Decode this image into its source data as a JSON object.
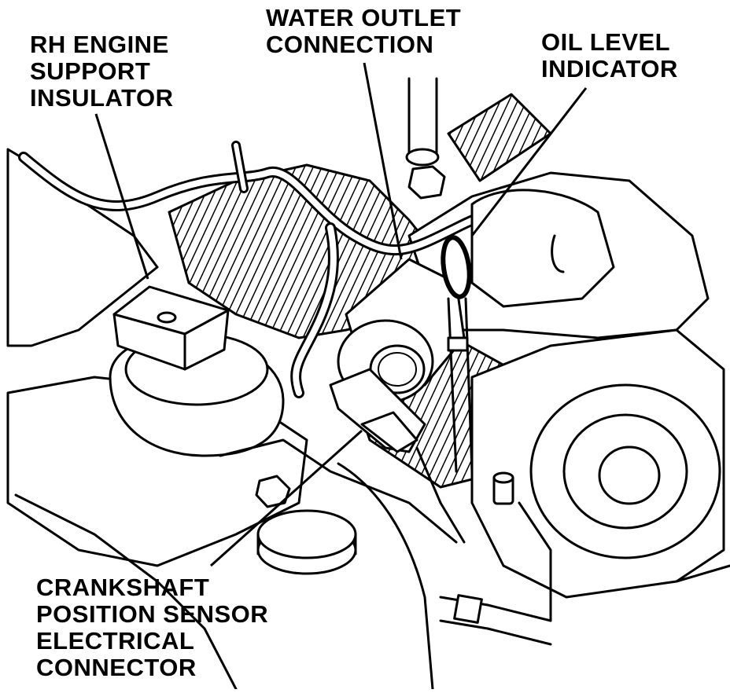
{
  "labels": {
    "rh_engine_support_insulator": [
      "RH ENGINE",
      "SUPPORT",
      "INSULATOR"
    ],
    "water_outlet_connection": [
      "WATER OUTLET",
      "CONNECTION"
    ],
    "oil_level_indicator": [
      "OIL LEVEL",
      "INDICATOR"
    ],
    "crankshaft_position_sensor_connector": [
      "CRANKSHAFT",
      "POSITION SENSOR",
      "ELECTRICAL",
      "CONNECTOR"
    ]
  }
}
